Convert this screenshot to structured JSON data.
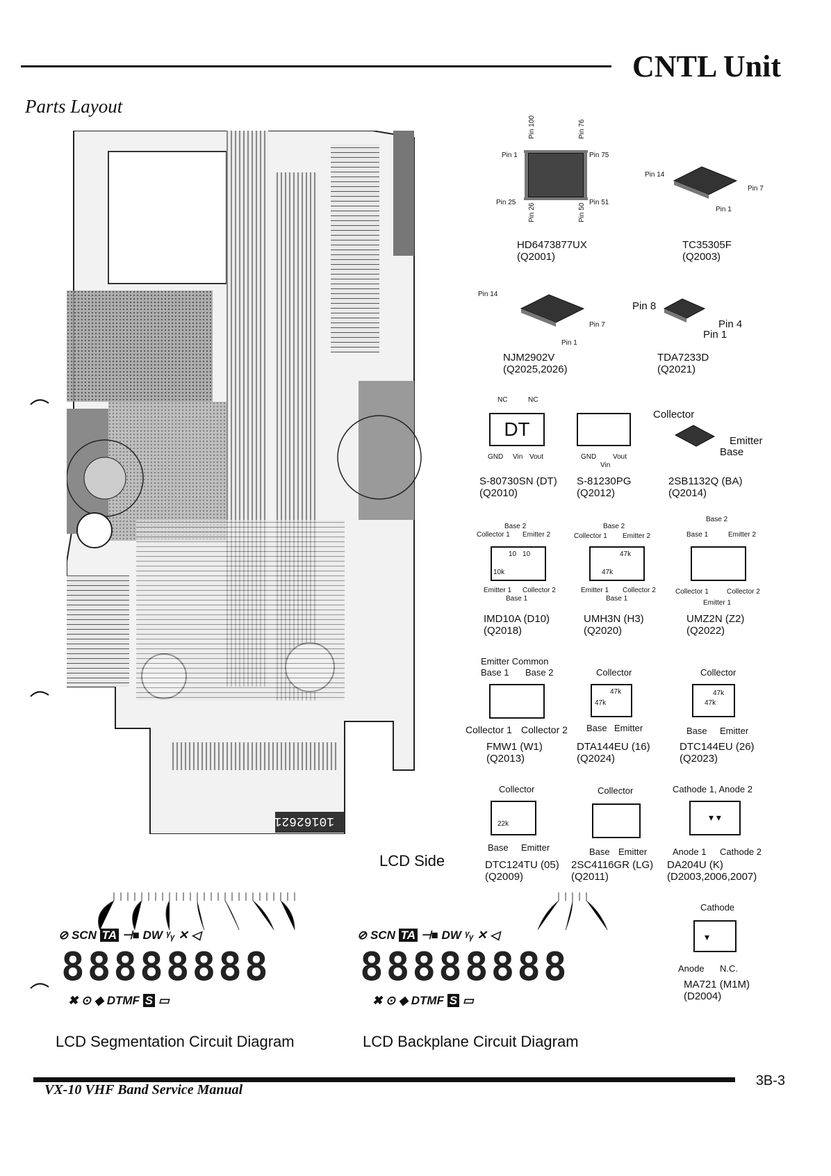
{
  "header": {
    "title": "CNTL Unit",
    "section": "Parts Layout"
  },
  "board": {
    "caption": "LCD Side",
    "silk_text": "10162621"
  },
  "components": [
    {
      "id": "hd",
      "name": "HD6473877UX",
      "ref": "(Q2001)",
      "pins": [
        "Pin 100",
        "Pin 76",
        "Pin 1",
        "Pin 75",
        "Pin 25",
        "Pin 51",
        "Pin 26",
        "Pin 50"
      ]
    },
    {
      "id": "tc",
      "name": "TC35305F",
      "ref": "(Q2003)",
      "pins": [
        "Pin 14",
        "Pin 7",
        "Pin 1"
      ]
    },
    {
      "id": "njm",
      "name": "NJM2902V",
      "ref": "(Q2025,2026)",
      "pins": [
        "Pin 14",
        "Pin 7",
        "Pin 1"
      ]
    },
    {
      "id": "tda",
      "name": "TDA7233D",
      "ref": "(Q2021)",
      "pins": [
        "Pin 8",
        "Pin 4",
        "Pin 1"
      ]
    },
    {
      "id": "s807",
      "name": "S-80730SN (DT)",
      "ref": "(Q2010)",
      "marking": "DT",
      "pins": [
        "NC",
        "NC",
        "GND",
        "Vin",
        "Vout"
      ]
    },
    {
      "id": "s812",
      "name": "S-81230PG",
      "ref": "(Q2012)",
      "pins": [
        "GND",
        "Vout",
        "Vin"
      ]
    },
    {
      "id": "sb",
      "name": "2SB1132Q (BA)",
      "ref": "(Q2014)",
      "pins": [
        "Collector",
        "Emitter",
        "Base"
      ]
    },
    {
      "id": "imd",
      "name": "IMD10A (D10)",
      "ref": "(Q2018)",
      "pins": [
        "Base 2",
        "Collector 1",
        "Emitter 2",
        "Emitter 1",
        "Collector 2",
        "Base 1"
      ],
      "values": [
        "10",
        "10",
        "10k"
      ]
    },
    {
      "id": "umh",
      "name": "UMH3N (H3)",
      "ref": "(Q2020)",
      "pins": [
        "Base 2",
        "Collector 1",
        "Emitter 2",
        "Emitter 1",
        "Collector 2",
        "Base 1"
      ],
      "values": [
        "47k",
        "47k"
      ]
    },
    {
      "id": "umz",
      "name": "UMZ2N (Z2)",
      "ref": "(Q2022)",
      "pins": [
        "Base 2",
        "Base 1",
        "Emitter 2",
        "Collector 1",
        "Collector 2",
        "Emitter 1"
      ]
    },
    {
      "id": "fmw",
      "name": "FMW1 (W1)",
      "ref": "(Q2013)",
      "pins": [
        "Emitter Common",
        "Base 1",
        "Base 2",
        "Collector 1",
        "Collector 2"
      ]
    },
    {
      "id": "dta",
      "name": "DTA144EU (16)",
      "ref": "(Q2024)",
      "pins": [
        "Collector",
        "Base",
        "Emitter"
      ],
      "values": [
        "47k",
        "47k"
      ]
    },
    {
      "id": "dtc144",
      "name": "DTC144EU (26)",
      "ref": "(Q2023)",
      "pins": [
        "Collector",
        "Base",
        "Emitter"
      ],
      "values": [
        "47k",
        "47k"
      ]
    },
    {
      "id": "dtc124",
      "name": "DTC124TU (05)",
      "ref": "(Q2009)",
      "pins": [
        "Collector",
        "Base",
        "Emitter"
      ],
      "values": [
        "22k"
      ]
    },
    {
      "id": "sc",
      "name": "2SC4116GR (LG)",
      "ref": "(Q2011)",
      "pins": [
        "Collector",
        "Base",
        "Emitter"
      ]
    },
    {
      "id": "da",
      "name": "DA204U (K)",
      "ref": "(D2003,2006,2007)",
      "pins": [
        "Cathode 1, Anode 2",
        "Anode 1",
        "Cathode 2"
      ]
    },
    {
      "id": "ma",
      "name": "MA721 (M1M)",
      "ref": "(D2004)",
      "pins": [
        "Cathode",
        "Anode",
        "N.C."
      ]
    }
  ],
  "lcd": {
    "top_icons": [
      "SCN",
      "TA",
      "DW"
    ],
    "bottom_icons": [
      "DTMF",
      "S"
    ],
    "digits": "88888888",
    "captions": [
      "LCD Segmentation Circuit Diagram",
      "LCD Backplane Circuit Diagram"
    ]
  },
  "footer": {
    "manual": "VX-10 VHF Band Service Manual",
    "page": "3B-3"
  }
}
